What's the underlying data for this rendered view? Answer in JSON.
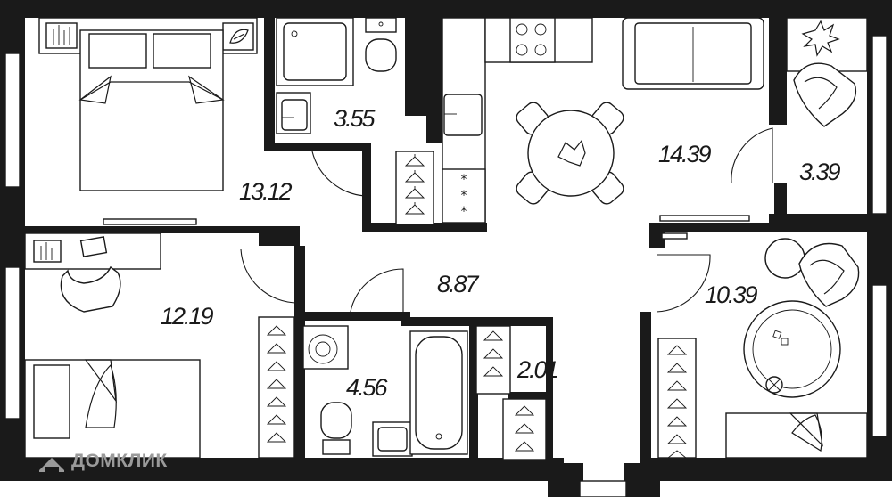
{
  "rooms": [
    {
      "id": "bedroom-1",
      "area": "13.12"
    },
    {
      "id": "bathroom-small",
      "area": "3.55"
    },
    {
      "id": "kitchen-living",
      "area": "14.39"
    },
    {
      "id": "storage",
      "area": "3.39"
    },
    {
      "id": "bedroom-2",
      "area": "12.19"
    },
    {
      "id": "hallway",
      "area": "8.87"
    },
    {
      "id": "bedroom-3",
      "area": "10.39"
    },
    {
      "id": "bathroom",
      "area": "4.56"
    },
    {
      "id": "closet",
      "area": "2.01"
    }
  ],
  "watermark": {
    "text": "ДОМКЛИК",
    "icon": "house-logo-icon"
  },
  "colors": {
    "wall": "#1a1a1a",
    "background": "#ffffff",
    "watermark": "#9a9a9a"
  }
}
